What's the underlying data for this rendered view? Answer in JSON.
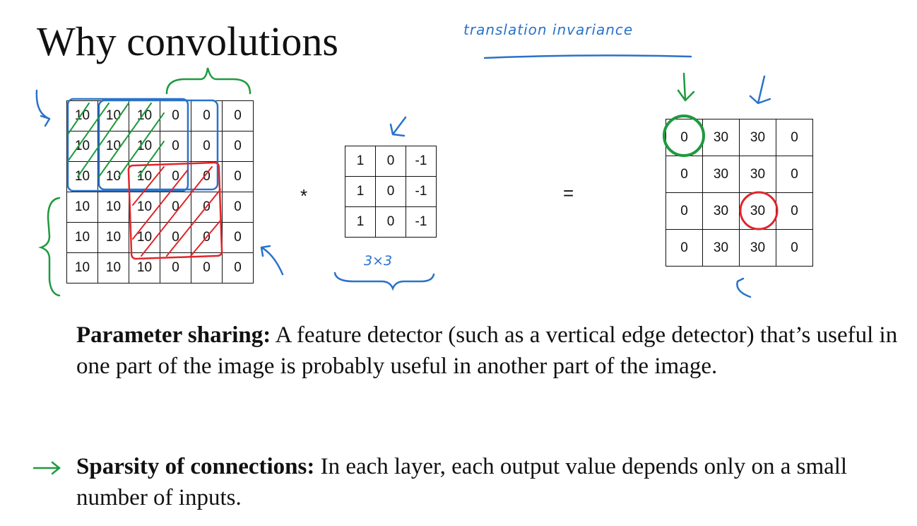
{
  "title": "Why convolutions",
  "input_matrix": [
    [
      "10",
      "10",
      "10",
      "0",
      "0",
      "0"
    ],
    [
      "10",
      "10",
      "10",
      "0",
      "0",
      "0"
    ],
    [
      "10",
      "10",
      "10",
      "0",
      "0",
      "0"
    ],
    [
      "10",
      "10",
      "10",
      "0",
      "0",
      "0"
    ],
    [
      "10",
      "10",
      "10",
      "0",
      "0",
      "0"
    ],
    [
      "10",
      "10",
      "10",
      "0",
      "0",
      "0"
    ]
  ],
  "operator_convolve": "*",
  "filter_matrix": [
    [
      "1",
      "0",
      "-1"
    ],
    [
      "1",
      "0",
      "-1"
    ],
    [
      "1",
      "0",
      "-1"
    ]
  ],
  "filter_size_label": "3×3",
  "operator_equals": "=",
  "output_matrix": [
    [
      "0",
      "30",
      "30",
      "0"
    ],
    [
      "0",
      "30",
      "30",
      "0"
    ],
    [
      "0",
      "30",
      "30",
      "0"
    ],
    [
      "0",
      "30",
      "30",
      "0"
    ]
  ],
  "annotation_label": "translation invariance",
  "parameter_sharing": {
    "heading": "Parameter sharing:",
    "text": "A feature detector (such as a vertical edge detector) that’s useful in one part of the image is probably useful in another part of the image."
  },
  "sparsity": {
    "heading": "Sparsity of connections:",
    "text": "In each layer, each output value depends only on a small number of inputs."
  },
  "colors": {
    "annotation_blue": "#2a72c9",
    "annotation_green": "#1f9a3e",
    "annotation_red": "#e0262b"
  }
}
